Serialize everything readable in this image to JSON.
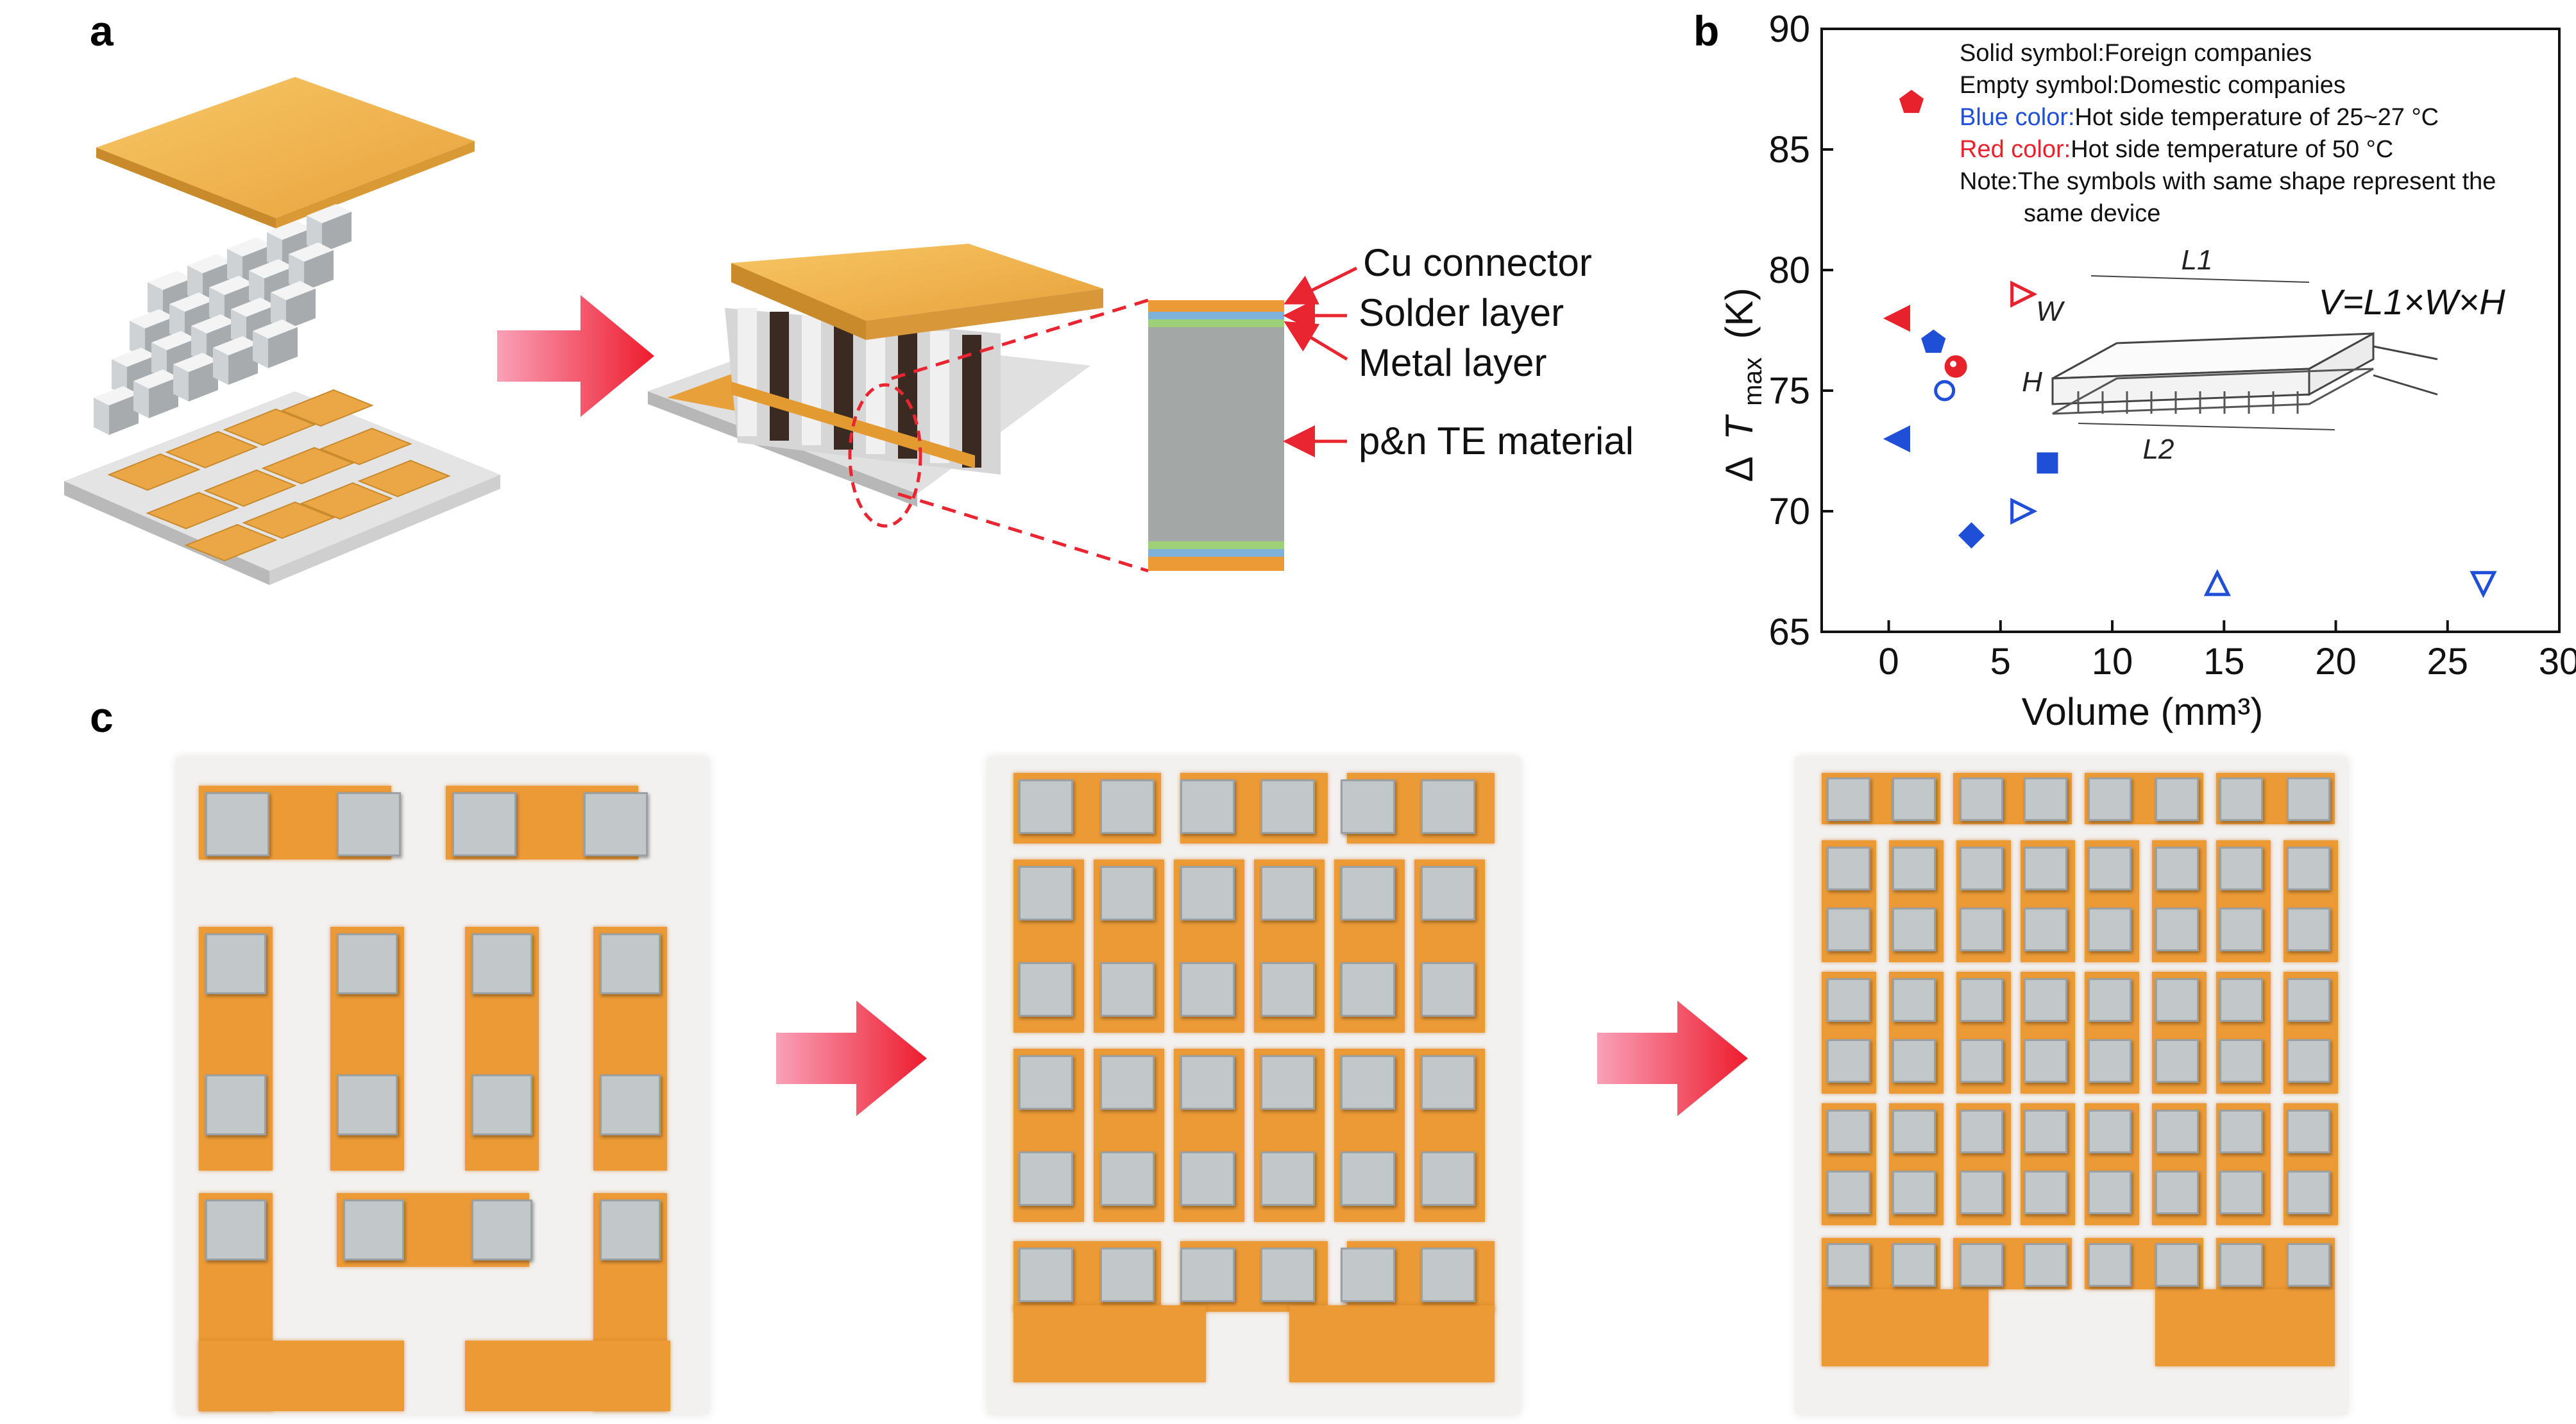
{
  "panels": {
    "a": "a",
    "b": "b",
    "c": "c"
  },
  "panel_a": {
    "layer_labels": [
      "Cu connector",
      "Solder layer",
      "Metal layer",
      "p&n TE material"
    ]
  },
  "panel_b": {
    "inset_text": {
      "l1": "L1",
      "l2": "L2",
      "w": "W",
      "h": "H",
      "formula": "V=L1×W×H"
    }
  },
  "colors": {
    "copper": "#eb9a35",
    "te_gray": "#a3a8a6",
    "blue": "#1f4fd6",
    "red": "#e8222c",
    "arrow": "#f03040"
  },
  "chart_data": {
    "type": "scatter",
    "xlabel": "Volume (mm³)",
    "ylabel": "Δ Tmax (K)",
    "ylabel_parts": {
      "delta": "Δ",
      "t": "T",
      "sub": "max",
      "unit": "(K)"
    },
    "xlim": [
      -3,
      30
    ],
    "ylim": [
      65,
      90
    ],
    "x_ticks": [
      0,
      5,
      10,
      15,
      20,
      25,
      30
    ],
    "y_ticks": [
      65,
      70,
      75,
      80,
      85,
      90
    ],
    "grid": false,
    "legend": [
      {
        "key": "Solid symbol:",
        "text": "Foreign companies",
        "key_color": "#111111"
      },
      {
        "key": "Empty symbol:",
        "text": "Domestic companies",
        "key_color": "#111111"
      },
      {
        "key": "Blue color:",
        "text": "Hot side temperature of 25~27 °C",
        "key_color": "#1f4fd6"
      },
      {
        "key": "Red color:",
        "text": "Hot side temperature of 50 °C",
        "key_color": "#e8222c"
      },
      {
        "key": "Note:",
        "text": "The symbols with same shape represent the",
        "key_color": "#111111"
      },
      {
        "key": "",
        "text": "same device",
        "key_color": "#111111"
      }
    ],
    "points": [
      {
        "x": 0.4,
        "y": 78,
        "shape": "triangle-left",
        "color": "#e8222c",
        "filled": true
      },
      {
        "x": 0.4,
        "y": 73,
        "shape": "triangle-left",
        "color": "#1f4fd6",
        "filled": true
      },
      {
        "x": 2.0,
        "y": 77,
        "shape": "pentagon",
        "color": "#1f4fd6",
        "filled": true
      },
      {
        "x": 2.5,
        "y": 75,
        "shape": "circle",
        "color": "#1f4fd6",
        "filled": false
      },
      {
        "x": 3.0,
        "y": 76,
        "shape": "circle-dot",
        "color": "#e8222c",
        "filled": true
      },
      {
        "x": 3.7,
        "y": 69,
        "shape": "diamond",
        "color": "#1f4fd6",
        "filled": true
      },
      {
        "x": 6.0,
        "y": 79,
        "shape": "triangle-right",
        "color": "#e8222c",
        "filled": false
      },
      {
        "x": 6.0,
        "y": 70,
        "shape": "triangle-right",
        "color": "#1f4fd6",
        "filled": false
      },
      {
        "x": 7.1,
        "y": 72,
        "shape": "square",
        "color": "#1f4fd6",
        "filled": true
      },
      {
        "x": 14.7,
        "y": 67,
        "shape": "triangle-up",
        "color": "#1f4fd6",
        "filled": false
      },
      {
        "x": 26.6,
        "y": 67,
        "shape": "triangle-down",
        "color": "#1f4fd6",
        "filled": false
      }
    ]
  }
}
